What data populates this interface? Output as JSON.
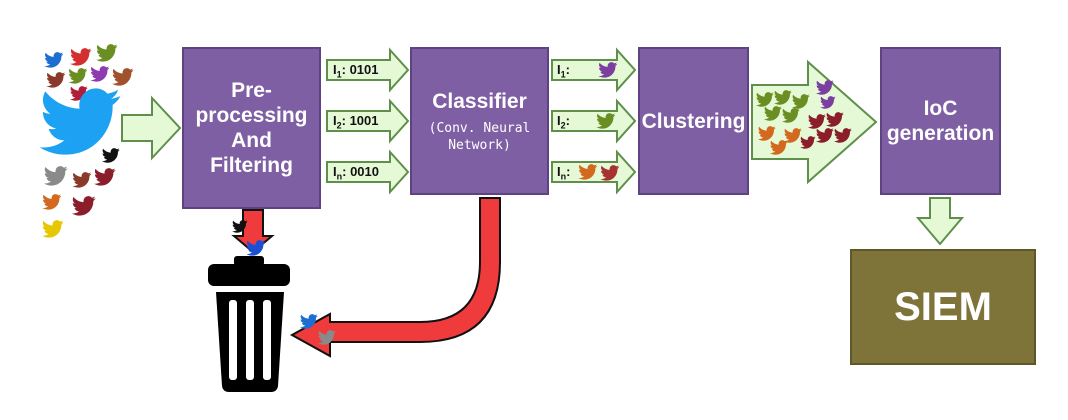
{
  "boxes": {
    "preprocessing": "Pre-\nprocessing\nAnd\nFiltering",
    "classifier": "Classifier",
    "classifier_sub": "(Conv. Neural\nNetwork)",
    "clustering": "Clustering",
    "ioc": "IoC\ngeneration",
    "siem": "SIEM"
  },
  "vectors_in": [
    {
      "prefix": "I",
      "sub": "1",
      "value": ": 0101"
    },
    {
      "prefix": "I",
      "sub": "2",
      "value": ": 1001"
    },
    {
      "prefix": "I",
      "sub": "n",
      "value": ": 0010"
    }
  ],
  "vectors_out": [
    {
      "prefix": "I",
      "sub": "1",
      "value": ":"
    },
    {
      "prefix": "I",
      "sub": "2",
      "value": ":"
    },
    {
      "prefix": "I",
      "sub": "n",
      "value": ":"
    }
  ],
  "icons": {
    "source": "twitter-bird-icon",
    "discard": "trash-can-icon"
  },
  "colors": {
    "process_box": "#7f5fa4",
    "siem_box": "#7e7439",
    "arrow_fill": "#e6f9d6",
    "arrow_stroke": "#5f8f4a",
    "reject_arrow": "#ef3b3b",
    "twitter_blue": "#1da1f2"
  }
}
